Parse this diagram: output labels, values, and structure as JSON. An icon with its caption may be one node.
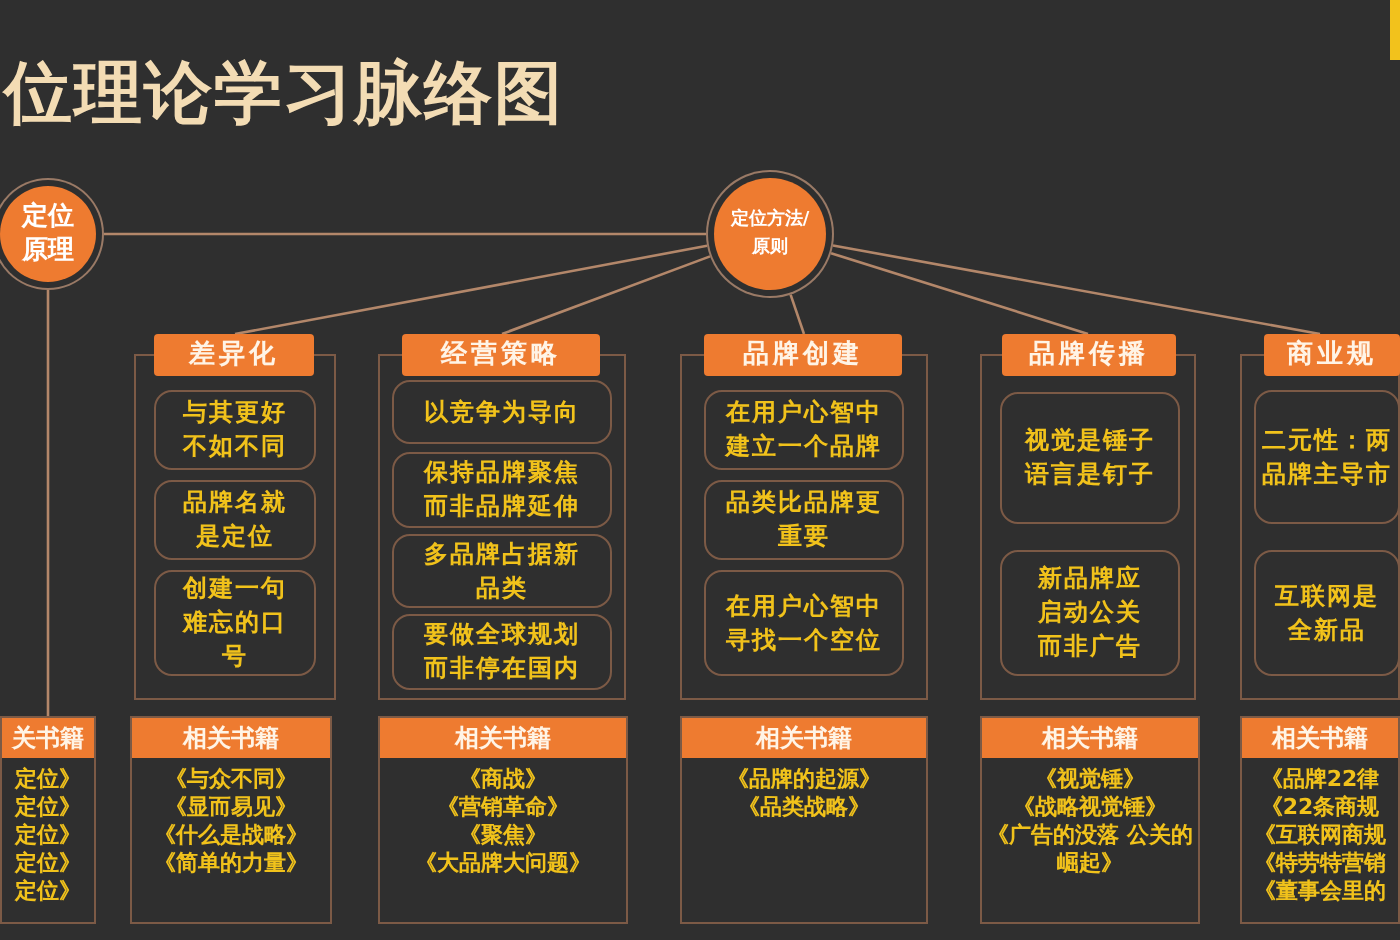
{
  "diagram": {
    "title": "位理论学习脉络图",
    "nodes": [
      {
        "text": [
          "定位原理"
        ]
      },
      {
        "text": [
          "定位方法/原则"
        ]
      },
      {
        "text": [
          "差异化"
        ]
      },
      {
        "text": [
          "与其更好不如不同"
        ],
        "in": 2
      },
      {
        "text": [
          "品牌名就是定位"
        ],
        "in": 2
      },
      {
        "text": [
          "创建一句难忘的口号"
        ],
        "in": 2
      },
      {
        "text": [
          "经营策略"
        ]
      },
      {
        "text": [
          "以竞争为导向"
        ],
        "in": 6
      },
      {
        "text": [
          "保持品牌聚焦而非品牌延伸"
        ],
        "in": 6
      },
      {
        "text": [
          "多品牌占据新品类"
        ],
        "in": 6
      },
      {
        "text": [
          "要做全球规划而非停在国内"
        ],
        "in": 6
      },
      {
        "text": [
          "品牌创建"
        ]
      },
      {
        "text": [
          "在用户心智中建立一个品牌"
        ],
        "in": 11
      },
      {
        "text": [
          "品类比品牌更重要"
        ],
        "in": 11
      },
      {
        "text": [
          "在用户心智中寻找一个空位"
        ],
        "in": 11
      },
      {
        "text": [
          "品牌传播"
        ]
      },
      {
        "text": [
          "视觉是锤子语言是钉子"
        ],
        "in": 15
      },
      {
        "text": [
          "新品牌应启动公关而非广告"
        ],
        "in": 15
      },
      {
        "text": [
          "商业规"
        ]
      },
      {
        "text": [
          "二元性：两品牌主导市"
        ],
        "in": 18
      },
      {
        "text": [
          "互联网是全新品"
        ],
        "in": 18
      },
      {
        "text": [
          "关书籍",
          "定位》",
          "定位》",
          "定位》",
          "定位》",
          "定位》"
        ]
      },
      {
        "text": [
          "相关书籍",
          "《与众不同》",
          "《显而易见》",
          "《什么是战略》",
          "《简单的力量》"
        ]
      },
      {
        "text": [
          "相关书籍",
          "《商战》",
          "《营销革命》",
          "《聚焦》",
          "《大品牌大问题》"
        ]
      },
      {
        "text": [
          "相关书籍",
          "《品牌的起源》",
          "《品类战略》"
        ]
      },
      {
        "text": [
          "相关书籍",
          "《视觉锤》",
          "《战略视觉锤》",
          "《广告的没落 公关的崛起》"
        ]
      },
      {
        "text": [
          "相关书籍",
          "《品牌22律",
          "《22条商规",
          "《互联网商规",
          "《特劳特营销",
          "《董事会里的"
        ]
      }
    ],
    "edges": [
      {
        "from": 0,
        "to": 1,
        "arrow": "none"
      },
      {
        "from": 1,
        "to": 2,
        "arrow": "none"
      },
      {
        "from": 1,
        "to": 6,
        "arrow": "none"
      },
      {
        "from": 1,
        "to": 11,
        "arrow": "none"
      },
      {
        "from": 1,
        "to": 15,
        "arrow": "none"
      },
      {
        "from": 1,
        "to": 18,
        "arrow": "none"
      },
      {
        "from": 0,
        "to": 21,
        "arrow": "none"
      }
    ]
  }
}
